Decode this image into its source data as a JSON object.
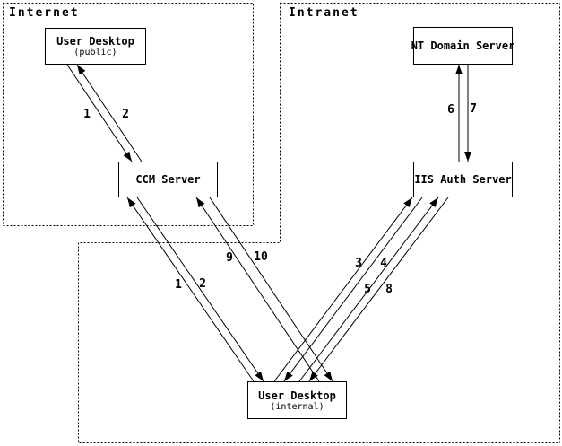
{
  "zones": {
    "internet": {
      "label": "Internet"
    },
    "intranet": {
      "label": "Intranet"
    }
  },
  "nodes": {
    "user_desktop_public": {
      "label": "User Desktop",
      "sublabel": "(public)"
    },
    "ccm_server": {
      "label": "CCM Server"
    },
    "nt_domain_server": {
      "label": "NT Domain Server"
    },
    "iis_auth_server": {
      "label": "IIS Auth Server"
    },
    "user_desktop_internal": {
      "label": "User Desktop",
      "sublabel": "(internal)"
    }
  },
  "edges": [
    {
      "id": "public-desktop-ccm",
      "from": "User Desktop (public)",
      "to": "CCM Server",
      "labels": [
        "1",
        "2"
      ]
    },
    {
      "id": "ccm-internal-desktop-a",
      "from": "CCM Server",
      "to": "User Desktop (internal)",
      "labels": [
        "1",
        "2"
      ]
    },
    {
      "id": "ccm-internal-desktop-b",
      "from": "CCM Server",
      "to": "User Desktop (internal)",
      "labels": [
        "9",
        "10"
      ]
    },
    {
      "id": "iis-internal-desktop-a",
      "from": "IIS Auth Server",
      "to": "User Desktop (internal)",
      "labels": [
        "3",
        "4"
      ]
    },
    {
      "id": "iis-internal-desktop-b",
      "from": "IIS Auth Server",
      "to": "User Desktop (internal)",
      "labels": [
        "5",
        "8"
      ]
    },
    {
      "id": "nt-domain-iis",
      "from": "NT Domain Server",
      "to": "IIS Auth Server",
      "labels": [
        "6",
        "7"
      ]
    }
  ],
  "colors": {
    "line": "#000000",
    "background": "#ffffff"
  }
}
